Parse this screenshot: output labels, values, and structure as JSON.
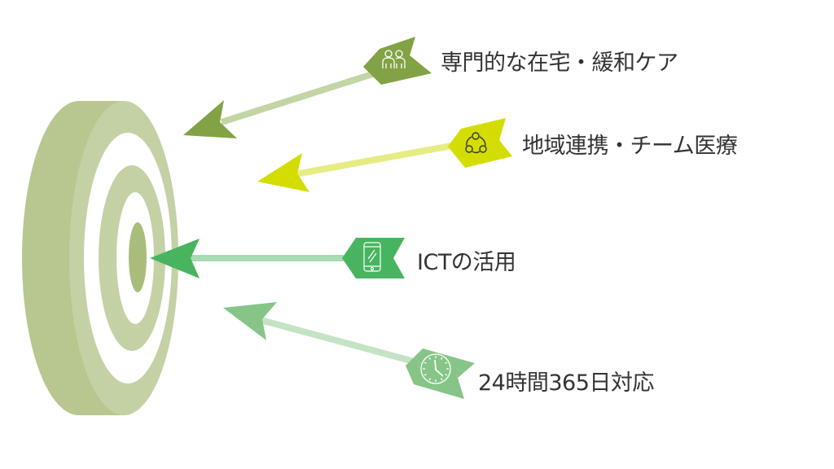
{
  "diagram": {
    "type": "target-with-arrows",
    "target": {
      "colors": {
        "side": "#b7c78f",
        "face": "#c3d1a4",
        "ring_white": "#ffffff",
        "bullseye": "#a9bd7b"
      }
    },
    "arrows": [
      {
        "id": "specialist-care",
        "label": "専門的な在宅・緩和ケア",
        "icon": "people-icon",
        "color": "#82a245",
        "shaft_color": "#c3d4a5"
      },
      {
        "id": "regional-collaboration",
        "label": "地域連携・チーム医療",
        "icon": "network-icon",
        "color": "#d4dd00",
        "shaft_color": "#e6ec82"
      },
      {
        "id": "ict",
        "label": "ICTの活用",
        "icon": "smartphone-icon",
        "color": "#48b45f",
        "shaft_color": "#a7dbb1"
      },
      {
        "id": "always-available",
        "label": "24時間365日対応",
        "icon": "clock-icon",
        "color": "#86c587",
        "shaft_color": "#c4e3c4"
      }
    ]
  }
}
